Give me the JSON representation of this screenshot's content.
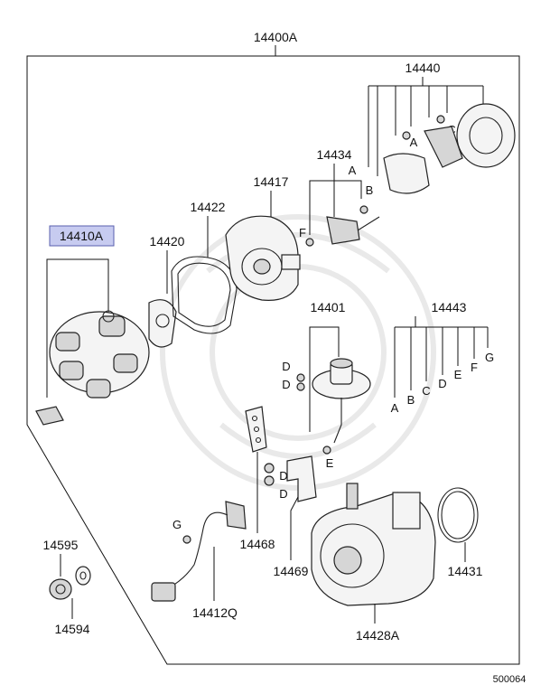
{
  "diagram": {
    "assembly_label": "14400A",
    "labels": {
      "p14410A": "14410A",
      "p14420": "14420",
      "p14422": "14422",
      "p14417": "14417",
      "p14434": "14434",
      "p14440": "14440",
      "p14401": "14401",
      "p14443": "14443",
      "p14595": "14595",
      "p14594": "14594",
      "p14468": "14468",
      "p14469": "14469",
      "p14412Q": "14412Q",
      "p14428A": "14428A",
      "p14431": "14431"
    },
    "letters": {
      "A": "A",
      "B": "B",
      "C": "C",
      "D": "D",
      "E": "E",
      "F": "F",
      "G": "G"
    },
    "drawing_code": "500064",
    "highlight_color": "#c7cbf0"
  }
}
